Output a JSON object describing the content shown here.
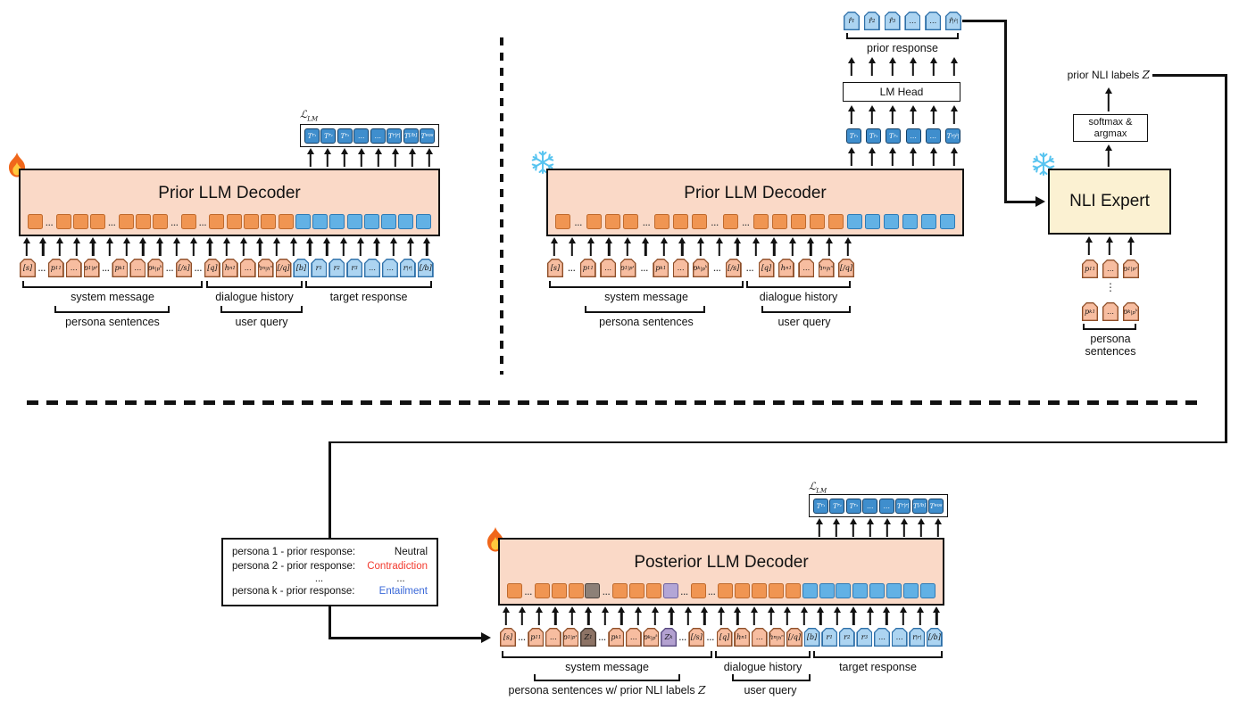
{
  "colors": {
    "decoder_fill": "#fad9c7",
    "orange_square": "#f09552",
    "blue_square": "#62b1e5",
    "gray_square": "#8d8077",
    "purple_square": "#b3a6d6",
    "orange_token": "#f7bda0",
    "blue_token": "#acd4f1",
    "t_token_blue": "#3f8ecd",
    "nli_fill": "#fbf1d2",
    "contradiction_red": "#f23a2e",
    "entailment_blue": "#3a68d8",
    "snowflake_blue": "#58c4f0",
    "flame_orange": "#f0671b"
  },
  "icons": {
    "trainable": "fire-icon",
    "frozen": "snowflake-icon"
  },
  "left": {
    "title": "Prior LLM Decoder",
    "loss_label": "ℒ<sub>LM</sub>",
    "loss_tokens": [
      "T<sub>r₁</sub>",
      "T<sub>r₂</sub>",
      "T<sub>r₃</sub>",
      "…",
      "…",
      "T<sub>r|r|</sub>",
      "T<sub>[/b]</sub>",
      "T<sub>eos</sub>"
    ],
    "squares": [
      "sq-or",
      "sq-dt",
      "sq-or",
      "sq-or",
      "sq-or",
      "sq-dt",
      "sq-or",
      "sq-or",
      "sq-or",
      "sq-dt",
      "sq-or",
      "sq-dt",
      "sq-or",
      "sq-or",
      "sq-or",
      "sq-or",
      "sq-or",
      "sq-bl",
      "sq-bl",
      "sq-bl",
      "sq-bl",
      "sq-bl",
      "sq-bl",
      "sq-bl",
      "sq-bl"
    ],
    "tokens": [
      {
        "h": "[s]",
        "c": "or"
      },
      {
        "h": "…",
        "c": "dots"
      },
      {
        "h": "p<sup>1</sup><sub>1</sub>",
        "c": "or"
      },
      {
        "h": "…",
        "c": "or"
      },
      {
        "h": "p<sup>1</sup><sub>|p¹|</sub>",
        "c": "or"
      },
      {
        "h": "…",
        "c": "dots"
      },
      {
        "h": "p<sup>k</sup><sub>1</sub>",
        "c": "or"
      },
      {
        "h": "…",
        "c": "or"
      },
      {
        "h": "p<sup>k</sup><sub>|p<sup>k</sup>|</sub>",
        "c": "or"
      },
      {
        "h": "…",
        "c": "dots"
      },
      {
        "h": "[/s]",
        "c": "or"
      },
      {
        "h": "…",
        "c": "dots"
      },
      {
        "h": "[q]",
        "c": "or"
      },
      {
        "h": "h<sup>n</sup><sub>1</sub>",
        "c": "or"
      },
      {
        "h": "…",
        "c": "or"
      },
      {
        "h": "h<sup>n</sup><sub>|h<sup>n</sup>|</sub>",
        "c": "or"
      },
      {
        "h": "[/q]",
        "c": "or"
      },
      {
        "h": "[b]",
        "c": "bl"
      },
      {
        "h": "r<sub>1</sub>",
        "c": "bl"
      },
      {
        "h": "r<sub>2</sub>",
        "c": "bl"
      },
      {
        "h": "r<sub>3</sub>",
        "c": "bl"
      },
      {
        "h": "…",
        "c": "bl"
      },
      {
        "h": "…",
        "c": "bl"
      },
      {
        "h": "r<sub>|r|</sub>",
        "c": "bl"
      },
      {
        "h": "[/b]",
        "c": "bl"
      }
    ],
    "braces": {
      "system": "system message",
      "dialogue": "dialogue history",
      "target": "target response",
      "persona": "persona sentences",
      "query": "user query"
    }
  },
  "mid": {
    "title": "Prior LLM Decoder",
    "lm_head": "LM Head",
    "prior_response": "prior response",
    "rhat_tokens": [
      {
        "h": "r̂<sub>1</sub>",
        "c": "bl"
      },
      {
        "h": "r̂<sub>2</sub>",
        "c": "bl"
      },
      {
        "h": "r̂<sub>3</sub>",
        "c": "bl"
      },
      {
        "h": "…",
        "c": "bl"
      },
      {
        "h": "…",
        "c": "bl"
      },
      {
        "h": "r̂<sub>|r̂|</sub>",
        "c": "bl"
      }
    ],
    "t_tokens": [
      "T<sub>r₁</sub>",
      "T<sub>r₂</sub>",
      "T<sub>r₃</sub>",
      "…",
      "…",
      "T<sub>r|r̂|</sub>"
    ],
    "squares": [
      "sq-or",
      "sq-dt",
      "sq-or",
      "sq-or",
      "sq-or",
      "sq-dt",
      "sq-or",
      "sq-or",
      "sq-or",
      "sq-dt",
      "sq-or",
      "sq-dt",
      "sq-or",
      "sq-or",
      "sq-or",
      "sq-or",
      "sq-or",
      "sq-bl",
      "sq-bl",
      "sq-bl",
      "sq-bl",
      "sq-bl",
      "sq-bl"
    ],
    "tokens": [
      {
        "h": "[s]",
        "c": "or"
      },
      {
        "h": "…",
        "c": "dots"
      },
      {
        "h": "p<sup>1</sup><sub>1</sub>",
        "c": "or"
      },
      {
        "h": "…",
        "c": "or"
      },
      {
        "h": "p<sup>1</sup><sub>|p¹|</sub>",
        "c": "or"
      },
      {
        "h": "…",
        "c": "dots"
      },
      {
        "h": "p<sup>k</sup><sub>1</sub>",
        "c": "or"
      },
      {
        "h": "…",
        "c": "or"
      },
      {
        "h": "p<sup>k</sup><sub>|p<sup>k</sup>|</sub>",
        "c": "or"
      },
      {
        "h": "…",
        "c": "dots"
      },
      {
        "h": "[/s]",
        "c": "or"
      },
      {
        "h": "…",
        "c": "dots"
      },
      {
        "h": "[q]",
        "c": "or"
      },
      {
        "h": "h<sup>n</sup><sub>1</sub>",
        "c": "or"
      },
      {
        "h": "…",
        "c": "or"
      },
      {
        "h": "h<sup>n</sup><sub>|h<sup>n</sup>|</sub>",
        "c": "or"
      },
      {
        "h": "[/q]",
        "c": "or"
      }
    ],
    "braces": {
      "system": "system message",
      "dialogue": "dialogue history",
      "persona": "persona sentences",
      "query": "user query"
    }
  },
  "nli": {
    "box_label": "NLI Expert",
    "softmax_line1": "softmax &",
    "softmax_line2": "argmax",
    "labels_html": "prior NLI labels <i class=\"mvar\">Z</i>",
    "p1_tokens": [
      {
        "h": "p<sup>1</sup><sub>1</sub>",
        "c": "or"
      },
      {
        "h": "…",
        "c": "or"
      },
      {
        "h": "p<sup>1</sup><sub>|p¹|</sub>",
        "c": "or"
      }
    ],
    "pk_tokens": [
      {
        "h": "p<sup>k</sup><sub>1</sub>",
        "c": "or"
      },
      {
        "h": "…",
        "c": "or"
      },
      {
        "h": "p<sup>k</sup><sub>|p<sup>k</sup>|</sub>",
        "c": "or"
      }
    ],
    "vdots": "⋮",
    "persona_line1": "persona",
    "persona_line2": "sentences"
  },
  "annotation_box": {
    "rows": [
      {
        "rowcls": "",
        "left": "persona 1 - prior response:",
        "right": "Neutral",
        "cls": ""
      },
      {
        "rowcls": "",
        "left": "persona 2 - prior response:",
        "right": "Contradiction",
        "cls": "red"
      },
      {
        "rowcls": "dots-row",
        "left": "...",
        "right": "...",
        "cls": ""
      },
      {
        "rowcls": "",
        "left": "persona k - prior response:",
        "right": "Entailment",
        "cls": "blue"
      }
    ]
  },
  "post": {
    "title": "Posterior LLM Decoder",
    "loss_label": "ℒ<sub>LM</sub>",
    "loss_tokens": [
      "T<sub>r₁</sub>",
      "T<sub>r₂</sub>",
      "T<sub>r₃</sub>",
      "…",
      "…",
      "T<sub>r|r|</sub>",
      "T<sub>[/b]</sub>",
      "T<sub>eos</sub>"
    ],
    "squares": [
      "sq-or",
      "sq-dt",
      "sq-or",
      "sq-or",
      "sq-or",
      "sq-gy",
      "sq-dt",
      "sq-or",
      "sq-or",
      "sq-or",
      "sq-pu",
      "sq-dt",
      "sq-or",
      "sq-dt",
      "sq-or",
      "sq-or",
      "sq-or",
      "sq-or",
      "sq-or",
      "sq-bl",
      "sq-bl",
      "sq-bl",
      "sq-bl",
      "sq-bl",
      "sq-bl",
      "sq-bl",
      "sq-bl"
    ],
    "tokens": [
      {
        "h": "[s]",
        "c": "or"
      },
      {
        "h": "…",
        "c": "dots"
      },
      {
        "h": "p<sup>1</sup><sub>1</sub>",
        "c": "or"
      },
      {
        "h": "…",
        "c": "or"
      },
      {
        "h": "p<sup>1</sup><sub>|p¹|</sub>",
        "c": "or"
      },
      {
        "h": "Z<sup>1</sup>",
        "c": "gy"
      },
      {
        "h": "…",
        "c": "dots"
      },
      {
        "h": "p<sup>k</sup><sub>1</sub>",
        "c": "or"
      },
      {
        "h": "…",
        "c": "or"
      },
      {
        "h": "p<sup>k</sup><sub>|p<sup>k</sup>|</sub>",
        "c": "or"
      },
      {
        "h": "Z<sup>k</sup>",
        "c": "pu"
      },
      {
        "h": "…",
        "c": "dots"
      },
      {
        "h": "[/s]",
        "c": "or"
      },
      {
        "h": "…",
        "c": "dots"
      },
      {
        "h": "[q]",
        "c": "or"
      },
      {
        "h": "h<sup>n</sup><sub>1</sub>",
        "c": "or"
      },
      {
        "h": "…",
        "c": "or"
      },
      {
        "h": "h<sup>n</sup><sub>|h<sup>n</sup>|</sub>",
        "c": "or"
      },
      {
        "h": "[/q]",
        "c": "or"
      },
      {
        "h": "[b]",
        "c": "bl"
      },
      {
        "h": "r<sub>1</sub>",
        "c": "bl"
      },
      {
        "h": "r<sub>2</sub>",
        "c": "bl"
      },
      {
        "h": "r<sub>3</sub>",
        "c": "bl"
      },
      {
        "h": "…",
        "c": "bl"
      },
      {
        "h": "…",
        "c": "bl"
      },
      {
        "h": "r<sub>|r|</sub>",
        "c": "bl"
      },
      {
        "h": "[/b]",
        "c": "bl"
      }
    ],
    "braces": {
      "system": "system message",
      "dialogue": "dialogue history",
      "target": "target response",
      "persona_html": "persona sentences w/ prior NLI labels <i class=\"mvar\">Z</i>",
      "query": "user query"
    }
  }
}
